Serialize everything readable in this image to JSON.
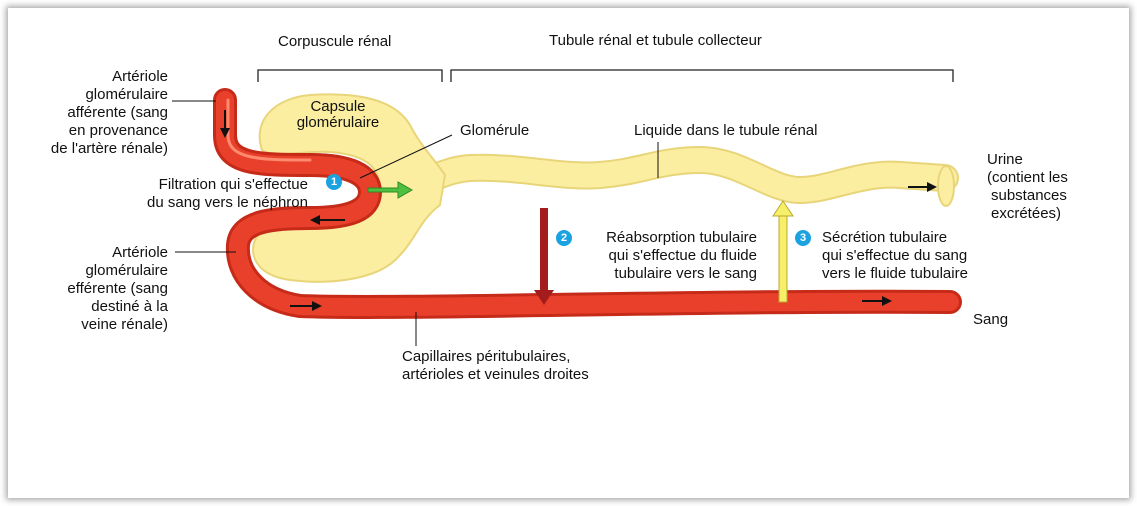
{
  "headers": {
    "renal_corpuscle": "Corpuscule rénal",
    "tubule": "Tubule rénal et tubule collecteur"
  },
  "labels": {
    "afferent": [
      "Artériole",
      "glomérulaire",
      "afférente (sang",
      "en provenance",
      "de l'artère rénale)"
    ],
    "filtration": [
      "Filtration qui s'effectue",
      "du sang vers le néphron"
    ],
    "efferent": [
      "Artériole",
      "glomérulaire",
      "efférente (sang",
      "destiné à la",
      "veine rénale)"
    ],
    "capsule": [
      "Capsule",
      "glomérulaire"
    ],
    "glomerule": "Glomérule",
    "tubule_fluid": "Liquide dans le tubule rénal",
    "urine": [
      "Urine",
      "(contient les",
      "substances",
      "excrétées)"
    ],
    "reabsorption": [
      "Réabsorption tubulaire",
      "qui s'effectue du fluide",
      "tubulaire vers le sang"
    ],
    "secretion": [
      "Sécrétion tubulaire",
      "qui s'effectue du sang",
      "vers le fluide tubulaire"
    ],
    "blood": "Sang",
    "capillaries": [
      "Capillaires péritubulaires,",
      "artérioles et veinules droites"
    ]
  },
  "badges": [
    "1",
    "2",
    "3"
  ],
  "colors": {
    "vessel": "#e8402a",
    "vessel_highlight": "#ff8a70",
    "tubule": "#fbeea0",
    "tubule_outline": "#e8d57a",
    "reabsorption_arrow": "#a51c1c",
    "secretion_arrow": "#f7ef6a",
    "filtration_arrow": "#4fbf3f",
    "badge": "#1aa3e0"
  }
}
